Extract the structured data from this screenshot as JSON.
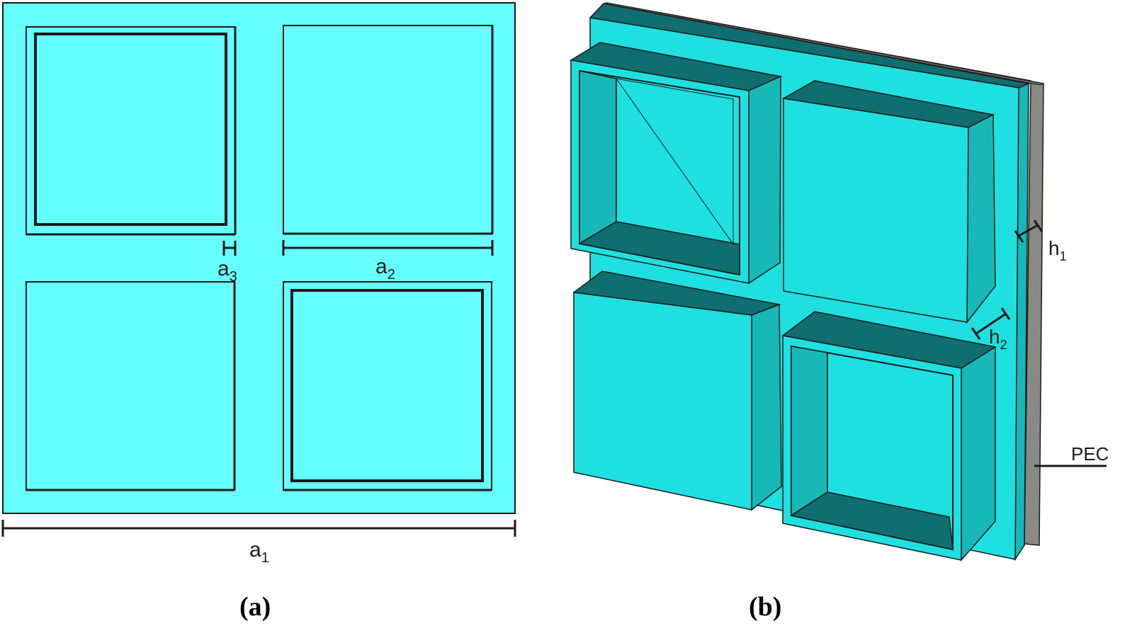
{
  "colors": {
    "substrate": "#66ffff",
    "front_face": "#1ee0e0",
    "side_face": "#16b8b8",
    "top_face": "#0f6e70",
    "pec": "#8a8a84",
    "outline": "#1a1a1a"
  },
  "panel_a": {
    "caption": "(a)",
    "dimensions": {
      "a1": {
        "base": "a",
        "sub": "1"
      },
      "a2": {
        "base": "a",
        "sub": "2"
      },
      "a3": {
        "base": "a",
        "sub": "3"
      }
    }
  },
  "panel_b": {
    "caption": "(b)",
    "dimensions": {
      "h1": {
        "base": "h",
        "sub": "1"
      },
      "h2": {
        "base": "h",
        "sub": "2"
      }
    },
    "pec_label": "PEC"
  }
}
